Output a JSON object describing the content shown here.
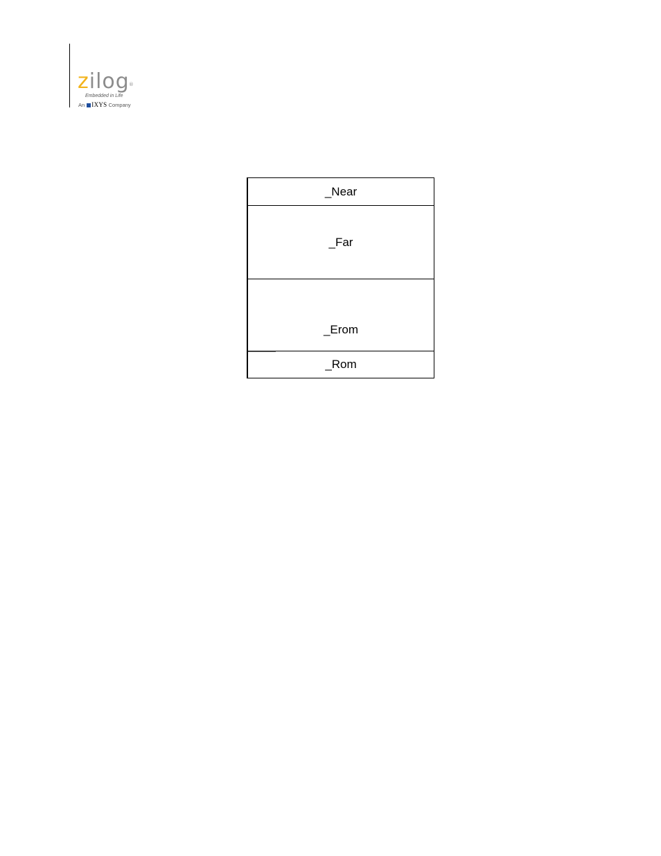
{
  "logo": {
    "wordmark_z": "z",
    "wordmark_rest": "ilog",
    "registered": "®",
    "tagline": "Embedded in Life",
    "company_prefix": "An",
    "company_name": "IXYS",
    "company_suffix": "Company",
    "colors": {
      "accent": "#f2b31b",
      "gray": "#8c8c8c",
      "ixys_blue": "#1f4e9e"
    }
  },
  "memory_map": {
    "segments": [
      {
        "label": "_Near"
      },
      {
        "label": "_Far"
      },
      {
        "label": "_Erom"
      },
      {
        "label": "_Rom"
      }
    ]
  }
}
